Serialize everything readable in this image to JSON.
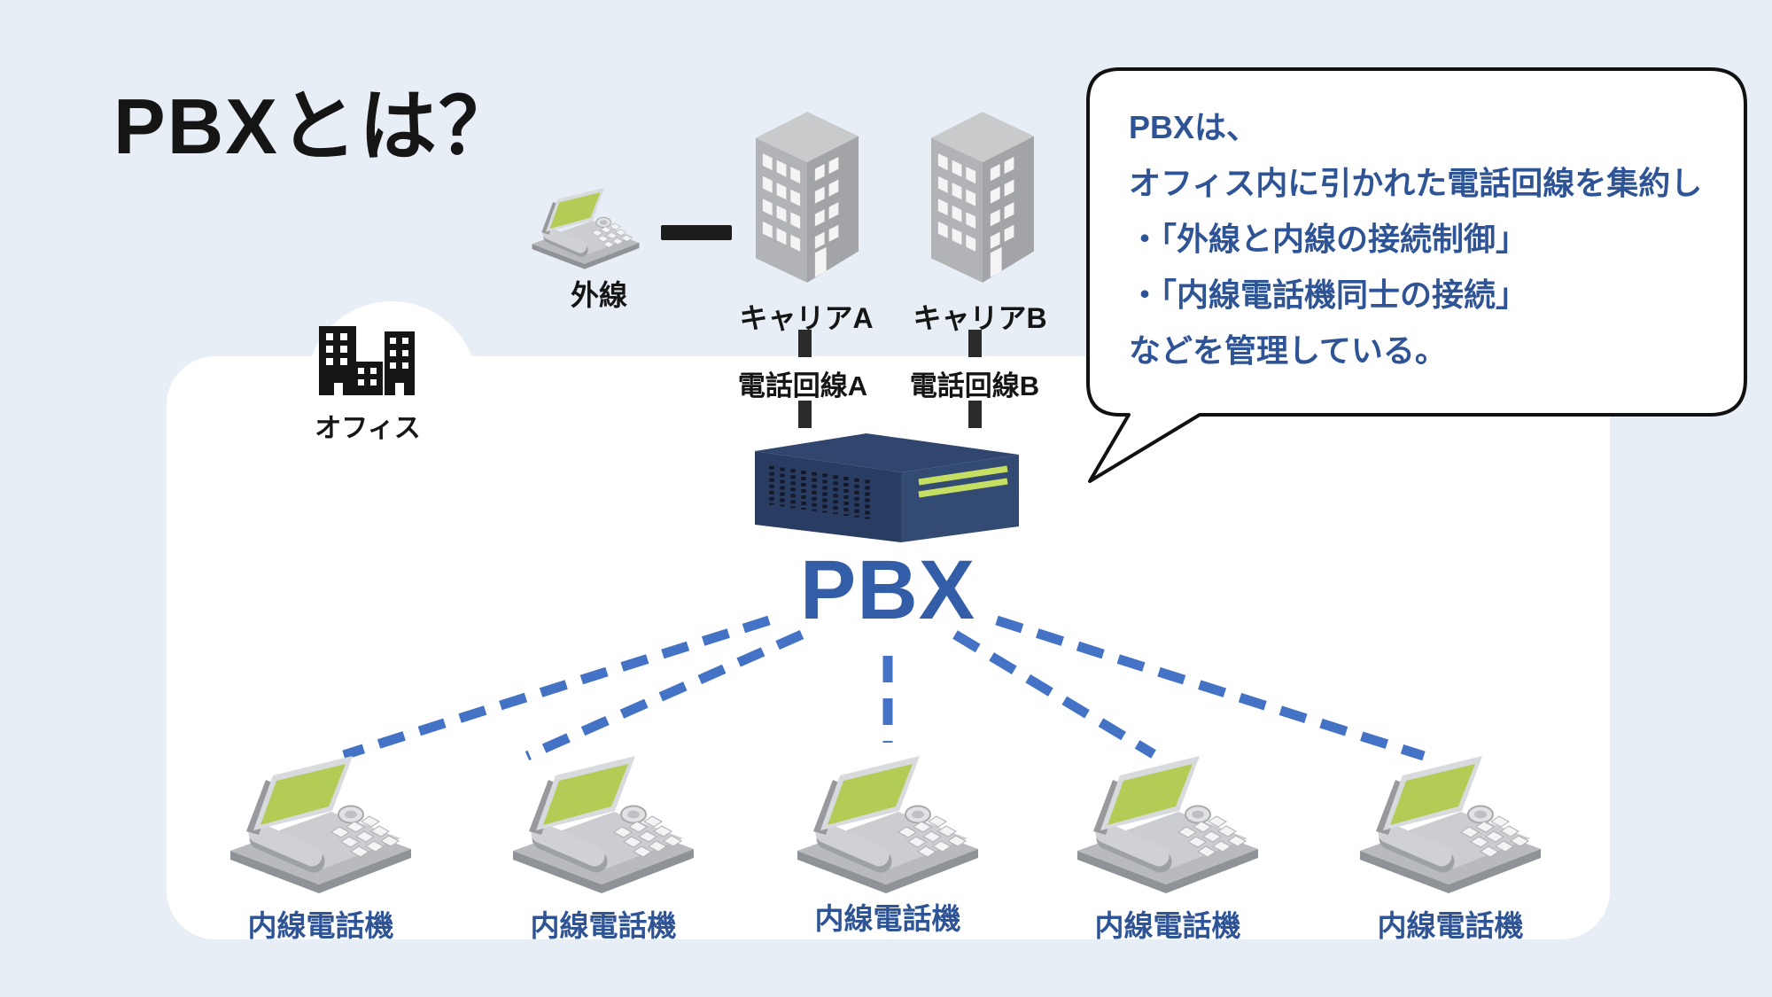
{
  "title": "PBXとは？",
  "speech_bubble": {
    "lines": [
      "PBXは、",
      "オフィス内に引かれた電話回線を集約し",
      "・「外線と内線の接続制御」",
      "・「内線電話機同士の接続」",
      "などを管理している。"
    ]
  },
  "external_line": {
    "label": "外線"
  },
  "carriers": [
    {
      "name": "キャリアA",
      "line": "電話回線A"
    },
    {
      "name": "キャリアB",
      "line": "電話回線B"
    }
  ],
  "office": {
    "label": "オフィス"
  },
  "pbx": {
    "label": "PBX"
  },
  "extension_phones": [
    {
      "label": "内線電話機"
    },
    {
      "label": "内線電話機"
    },
    {
      "label": "内線電話機"
    },
    {
      "label": "内線電話機"
    },
    {
      "label": "内線電話機"
    }
  ],
  "colors": {
    "page_bg": "#e8eef6",
    "panel_bg": "#ffffff",
    "title_text": "#151515",
    "bubble_text": "#2f5496",
    "bubble_border": "#111111",
    "label_text": "#151515",
    "extension_text": "#2f5496",
    "pbx_text": "#335da6",
    "dash_line": "#4472c4",
    "phone_line_dash": "#2b2b2b",
    "pbx_top": "#30466e",
    "pbx_left": "#293d62",
    "pbx_right": "#334a72",
    "pbx_stripe": "#c6df63",
    "screen_green": "#b3cc55"
  }
}
